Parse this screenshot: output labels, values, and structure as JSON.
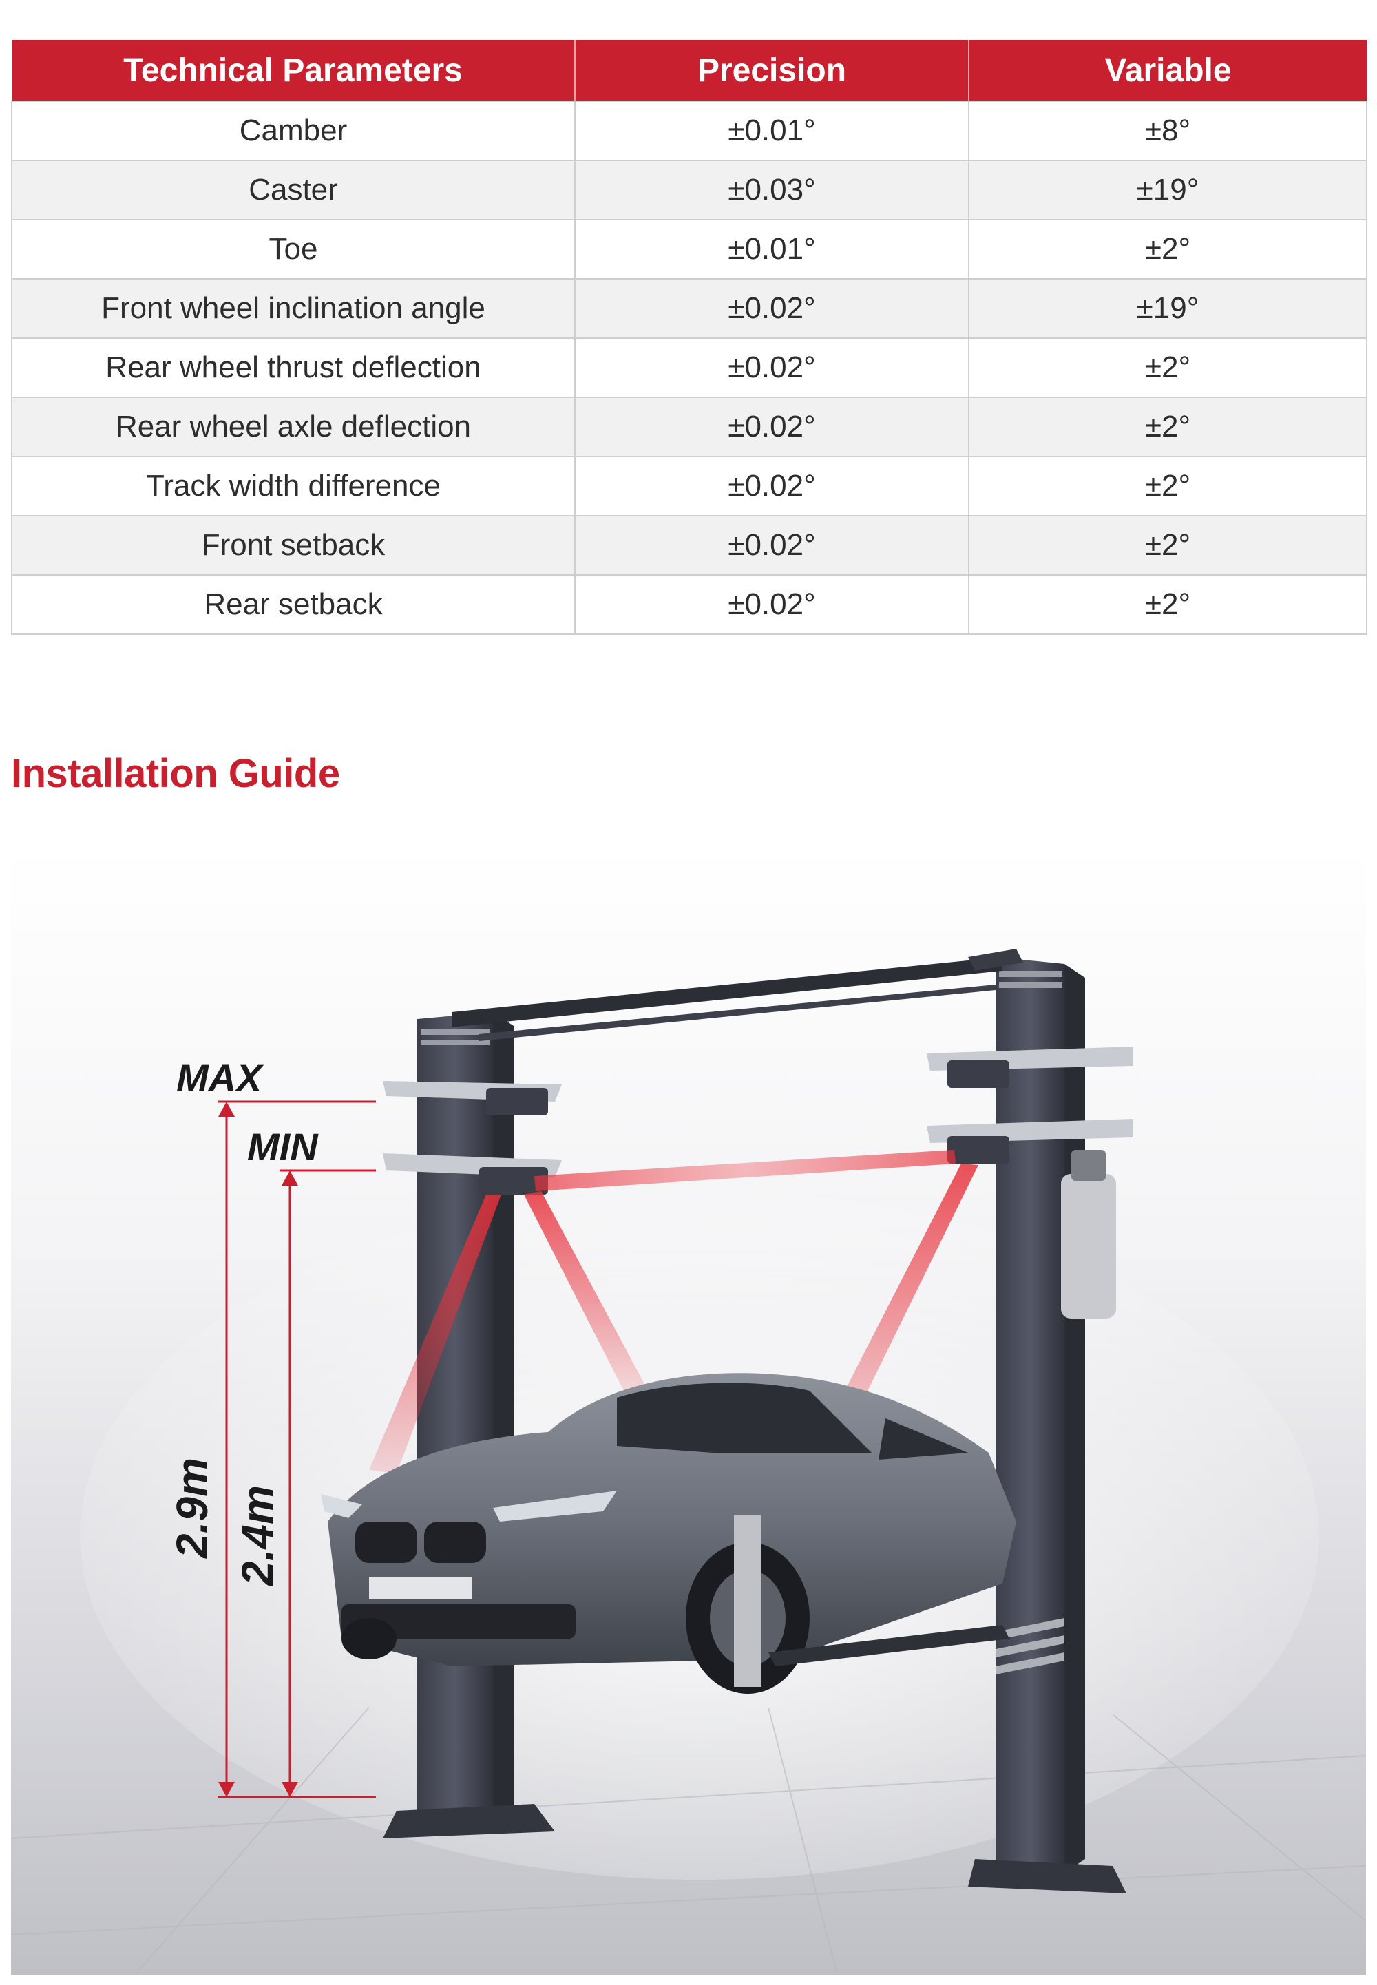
{
  "table": {
    "headers": [
      "Technical Parameters",
      "Precision",
      "Variable"
    ],
    "rows": [
      [
        "Camber",
        "±0.01°",
        "±8°"
      ],
      [
        "Caster",
        "±0.03°",
        "±19°"
      ],
      [
        "Toe",
        "±0.01°",
        "±2°"
      ],
      [
        "Front wheel inclination angle",
        "±0.02°",
        "±19°"
      ],
      [
        "Rear wheel thrust deflection",
        "±0.02°",
        "±2°"
      ],
      [
        "Rear wheel axle deflection",
        "±0.02°",
        "±2°"
      ],
      [
        "Track width difference",
        "±0.02°",
        "±2°"
      ],
      [
        "Front setback",
        "±0.02°",
        "±2°"
      ],
      [
        "Rear setback",
        "±0.02°",
        "±2°"
      ]
    ]
  },
  "installation": {
    "title": "Installation Guide",
    "max_label": "MAX",
    "min_label": "MIN",
    "max_height": "2.9m",
    "min_height": "2.4m"
  },
  "colors": {
    "accent": "#c8202f",
    "laser": "#e8323c",
    "lift": "#4a4d5a"
  }
}
